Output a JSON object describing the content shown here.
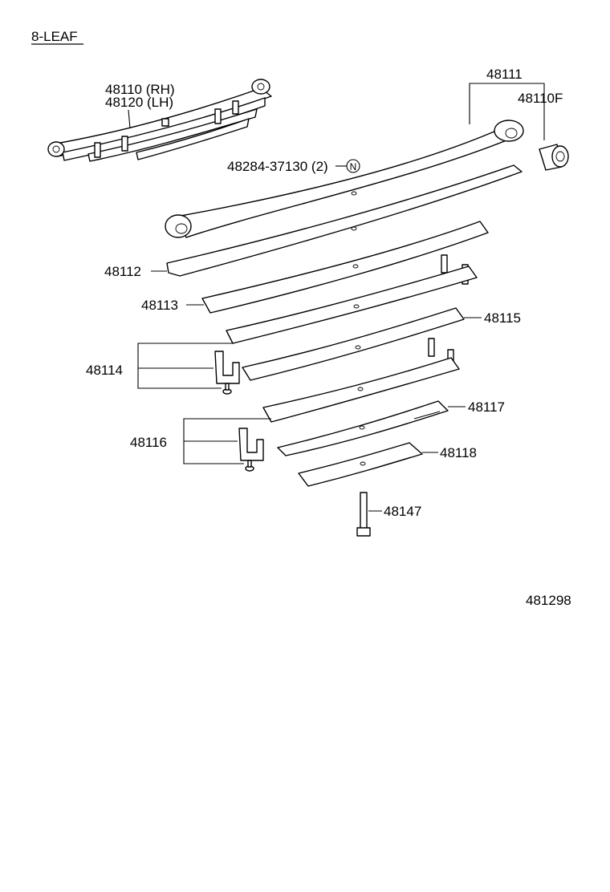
{
  "header": {
    "variant_label": "8-LEAF"
  },
  "assembly": {
    "number_rh": "48110 (RH)",
    "number_lh": "48120 (LH)"
  },
  "parts": {
    "leaf_no1": "48111",
    "bushing": "48110F",
    "u_bolt_nut": "48284-37130 (2)",
    "n_symbol": "N",
    "leaf_no2": "48112",
    "leaf_no3": "48113",
    "clip_no1": "48114",
    "leaf_no4": "48115",
    "clip_no2": "48116",
    "leaf_no6": "48117",
    "leaf_no7": "48118",
    "center_bolt": "48147"
  },
  "footer": {
    "diagram_code": "481298"
  }
}
